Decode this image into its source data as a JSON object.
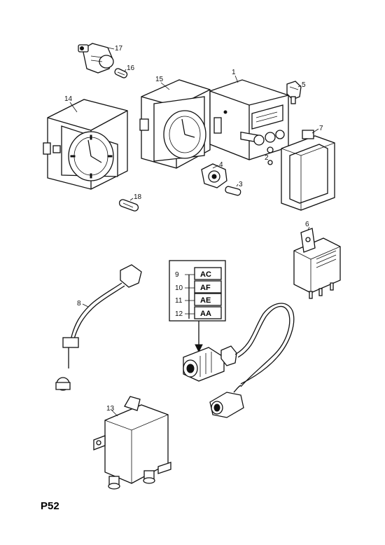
{
  "page_id": "P52",
  "callouts": [
    "1",
    "2",
    "3",
    "4",
    "5",
    "6",
    "7",
    "8",
    "13",
    "14",
    "15",
    "16",
    "17",
    "18"
  ],
  "variant_table": {
    "rows": [
      {
        "num": "9",
        "code": "AC"
      },
      {
        "num": "10",
        "code": "AF"
      },
      {
        "num": "11",
        "code": "AE"
      },
      {
        "num": "12",
        "code": "AA"
      }
    ]
  }
}
